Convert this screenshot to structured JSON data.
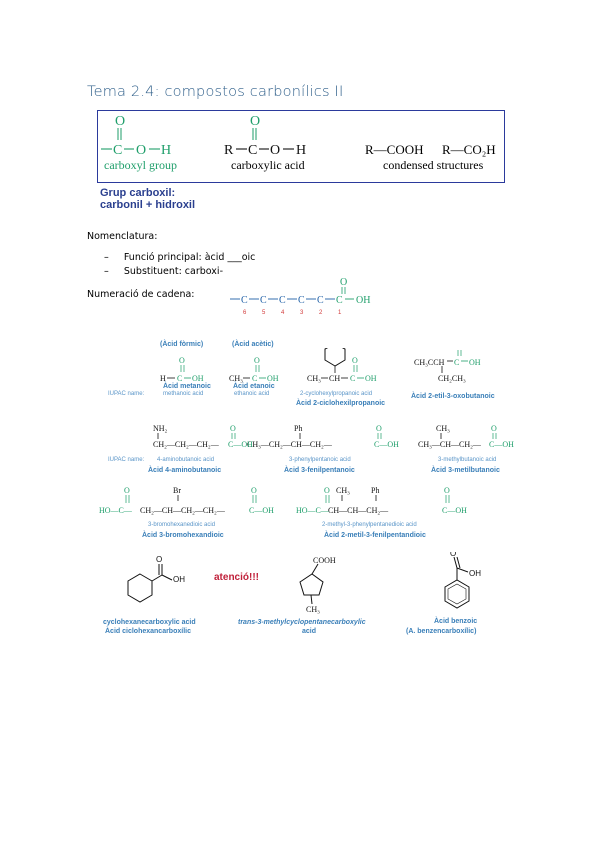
{
  "title": "Tema 2.4: compostos carbonílics II",
  "box": {
    "carboxyl_group": "carboxyl group",
    "carboxylic_acid": "carboxylic acid",
    "condensed_structures": "condensed structures",
    "formula_r_cooh": "R—COOH",
    "formula_r_co2h": "R—CO₂H"
  },
  "grup_line1": "Grup carboxil:",
  "grup_line2": "carbonil + hidroxil",
  "nomenclatura_heading": "Nomenclatura:",
  "bullets": [
    "Funció principal: àcid ___oic",
    "Substituent: carboxi-"
  ],
  "numeracio_heading": "Numeració de cadena:",
  "chain_numbers": [
    "6",
    "5",
    "4",
    "3",
    "2",
    "1"
  ],
  "examples": {
    "formic_label": "(Àcid fòrmic)",
    "acetic_label": "(Àcid acètic)",
    "metanoic": "Àcid metanoic",
    "etanoic": "Àcid etanoic",
    "iupac_name": "IUPAC name:",
    "methanoic_en": "methanoic acid",
    "ethanoic_en": "ethanoic acid",
    "cyclohexylpropanoic_en": "2-cyclohexylpropanoic acid",
    "cyclohexylpropanoic": "Àcid 2-ciclohexilpropanoic",
    "etil_oxobutanoic": "Àcid 2-etil-3-oxobutanoic",
    "aminobutanoic_en": "4-aminobutanoic acid",
    "aminobutanoic": "Àcid 4-aminobutanoic",
    "phenylpentanoic_en": "3-phenylpentanoic acid",
    "fenilpentanoic": "Àcid 3-fenilpentanoic",
    "methylbutanoic_en": "3-methylbutanoic acid",
    "metilbutanoic": "Àcid 3-metilbutanoic",
    "bromohexanedioic_en": "3-bromohexanedioic acid",
    "bromohexandioic": "Àcid 3-bromohexandioic",
    "methylphenylpentanedioic_en": "2-methyl-3-phenylpentanedioic acid",
    "metilfenilpentandioic": "Àcid 2-metil-3-fenilpentandioic",
    "cyclohexanecarboxylic_en": "cyclohexanecarboxylic acid",
    "ciclohexancarboxilic": "Àcid ciclohexancarboxílic",
    "attention": "atenció!!!",
    "trans_line1": "trans-3-methylcyclopentanecarboxylic",
    "trans_line2": "acid",
    "benzoic": "Àcid benzoic",
    "benzencarboxilic": "(A. benzencarboxílic)"
  }
}
